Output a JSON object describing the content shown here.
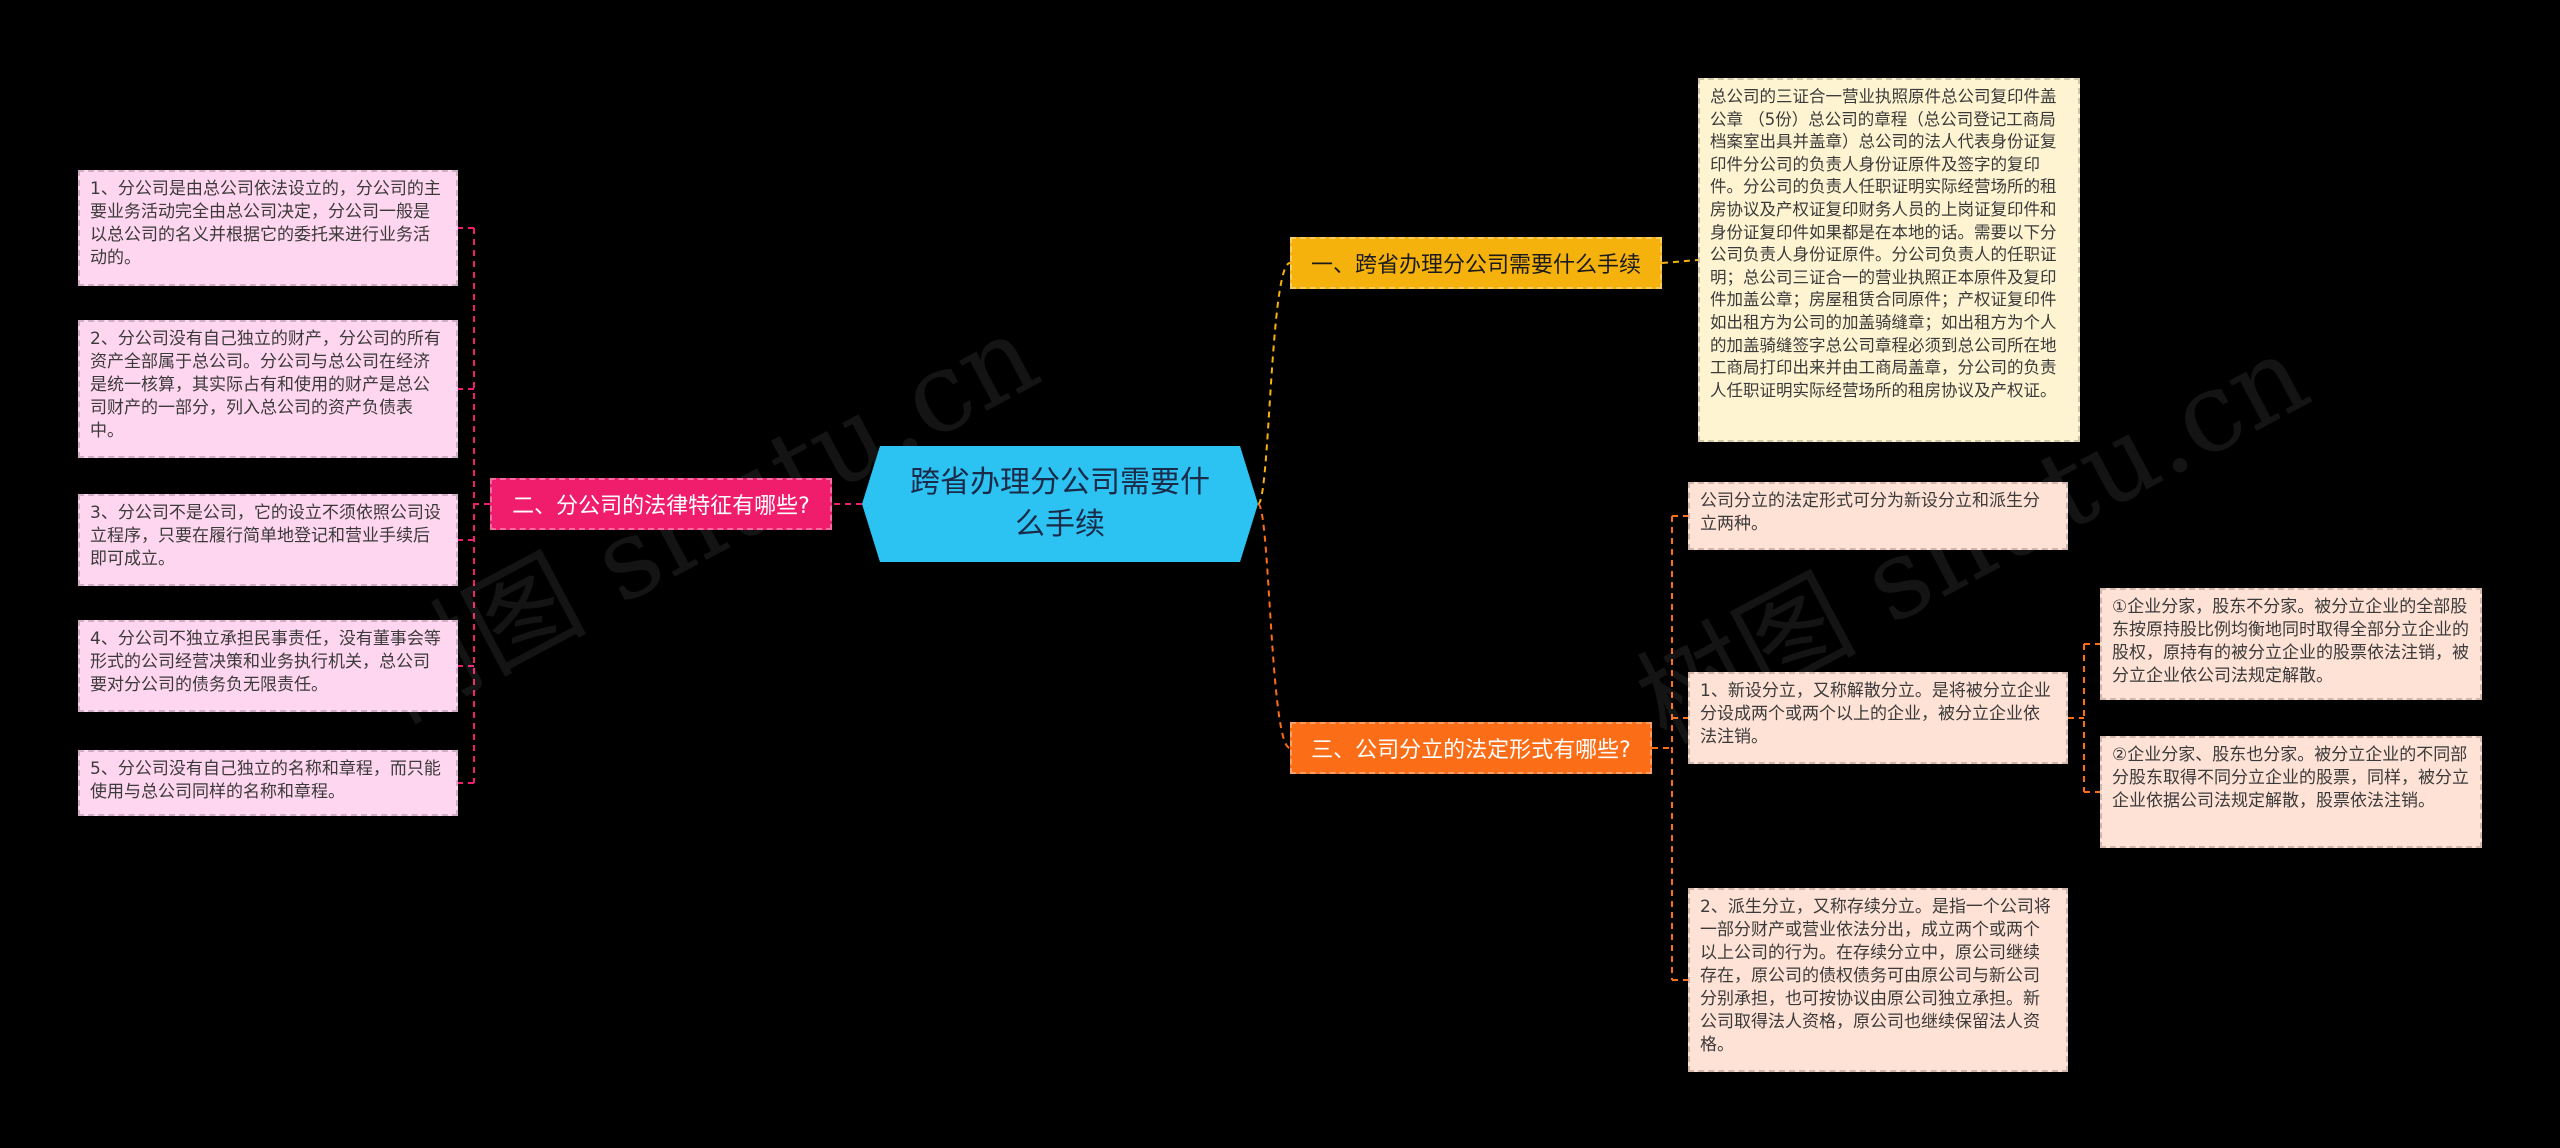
{
  "colors": {
    "background": "#000000",
    "center": "#2cc3f2",
    "branch1": "#f5b20d",
    "branch2": "#f01d6c",
    "branch3": "#fb6d17",
    "leaf_pink": "#ffd6ef",
    "leaf_cream": "#fff4d2",
    "leaf_peach": "#ffe2d6"
  },
  "center": {
    "title": "跨省办理分公司需要什么手续"
  },
  "branches": {
    "b1": {
      "label": "一、跨省办理分公司需要什么手续",
      "leaves": [
        "总公司的三证合一营业执照原件总公司复印件盖公章 （5份）总公司的章程（总公司登记工商局档案室出具并盖章）总公司的法人代表身份证复印件分公司的负责人身份证原件及签字的复印件。分公司的负责人任职证明实际经营场所的租房协议及产权证复印财务人员的上岗证复印件和身份证复印件如果都是在本地的话。需要以下分公司负责人身份证原件。分公司负责人的任职证明；总公司三证合一的营业执照正本原件及复印件加盖公章；房屋租赁合同原件；产权证复印件如出租方为公司的加盖骑缝章；如出租方为个人的加盖骑缝签字总公司章程必须到总公司所在地工商局打印出来并由工商局盖章，分公司的负责人任职证明实际经营场所的租房协议及产权证。"
      ]
    },
    "b2": {
      "label": "二、分公司的法律特征有哪些?",
      "leaves": [
        "1、分公司是由总公司依法设立的，分公司的主要业务活动完全由总公司决定，分公司一般是以总公司的名义并根据它的委托来进行业务活动的。",
        "2、分公司没有自己独立的财产，分公司的所有资产全部属于总公司。分公司与总公司在经济是统一核算，其实际占有和使用的财产是总公司财产的一部分，列入总公司的资产负债表中。",
        "3、分公司不是公司，它的设立不须依照公司设立程序，只要在履行简单地登记和营业手续后即可成立。",
        "4、分公司不独立承担民事责任，没有董事会等形式的公司经营决策和业务执行机关，总公司要对分公司的债务负无限责任。",
        "5、分公司没有自己独立的名称和章程，而只能使用与总公司同样的名称和章程。"
      ]
    },
    "b3": {
      "label": "三、公司分立的法定形式有哪些?",
      "leaves": [
        "公司分立的法定形式可分为新设分立和派生分立两种。",
        "1、新设分立，又称解散分立。是将被分立企业分设成两个或两个以上的企业，被分立企业依法注销。",
        "2、派生分立，又称存续分立。是指一个公司将一部分财产或营业依法分出，成立两个或两个以上公司的行为。在存续分立中，原公司继续存在，原公司的债权债务可由原公司与新公司分别承担，也可按协议由原公司独立承担。新公司取得法人资格，原公司也继续保留法人资格。"
      ],
      "sub_leaves": [
        "①企业分家，股东不分家。被分立企业的全部股东按原持股比例均衡地同时取得全部分立企业的股权，原持有的被分立企业的股票依法注销，被分立企业依公司法规定解散。",
        "②企业分家、股东也分家。被分立企业的不同部分股东取得不同分立企业的股票，同样，被分立企业依据公司法规定解散，股票依法注销。"
      ]
    }
  },
  "watermark": "树图 shutu.cn"
}
